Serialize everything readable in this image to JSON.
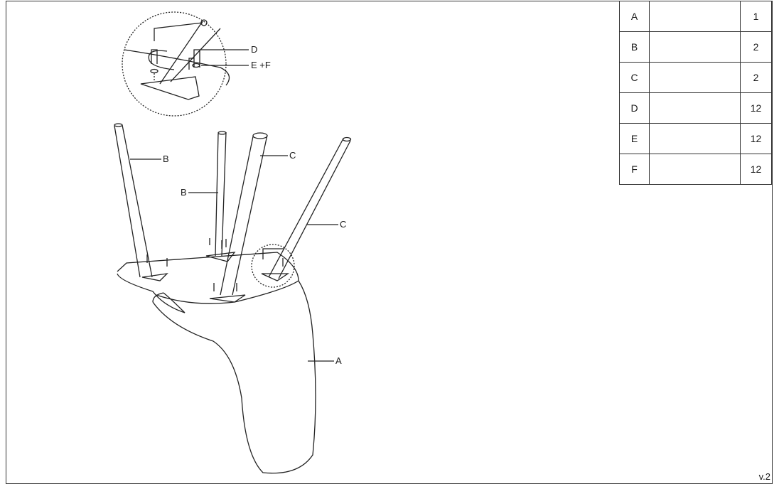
{
  "parts_table": [
    {
      "letter": "A",
      "icon": "chair-seat-icon",
      "qty": "1"
    },
    {
      "letter": "B",
      "icon": "short-leg-icon",
      "qty": "2"
    },
    {
      "letter": "C",
      "icon": "long-leg-icon",
      "qty": "2"
    },
    {
      "letter": "D",
      "icon": "bolt-icon",
      "qty": "12"
    },
    {
      "letter": "E",
      "icon": "washer-icon",
      "qty": "12"
    },
    {
      "letter": "F",
      "icon": "spring-washer-icon",
      "qty": "12"
    }
  ],
  "callouts": {
    "detail_d": "D",
    "detail_ef": "E +F",
    "leg_b1": "B",
    "leg_b2": "B",
    "leg_c1": "C",
    "leg_c2": "C",
    "seat_a": "A"
  },
  "version": "v.2"
}
